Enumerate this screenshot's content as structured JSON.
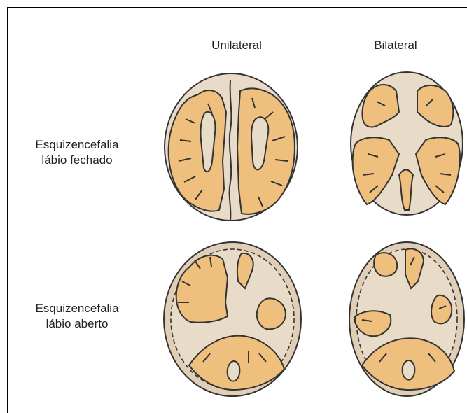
{
  "columns": [
    {
      "label": "Unilateral"
    },
    {
      "label": "Bilateral"
    }
  ],
  "rows": [
    {
      "line1": "Esquizencefalia",
      "line2": "lábio fechado"
    },
    {
      "line1": "Esquizencefalia",
      "line2": "lábio aberto"
    }
  ],
  "colors": {
    "brain_fill": "#e8dcc9",
    "brain_stroke": "#333333",
    "cortex_fill": "#efbf7e",
    "outer_ring": "#e0cfb6",
    "frame": "#000000"
  }
}
